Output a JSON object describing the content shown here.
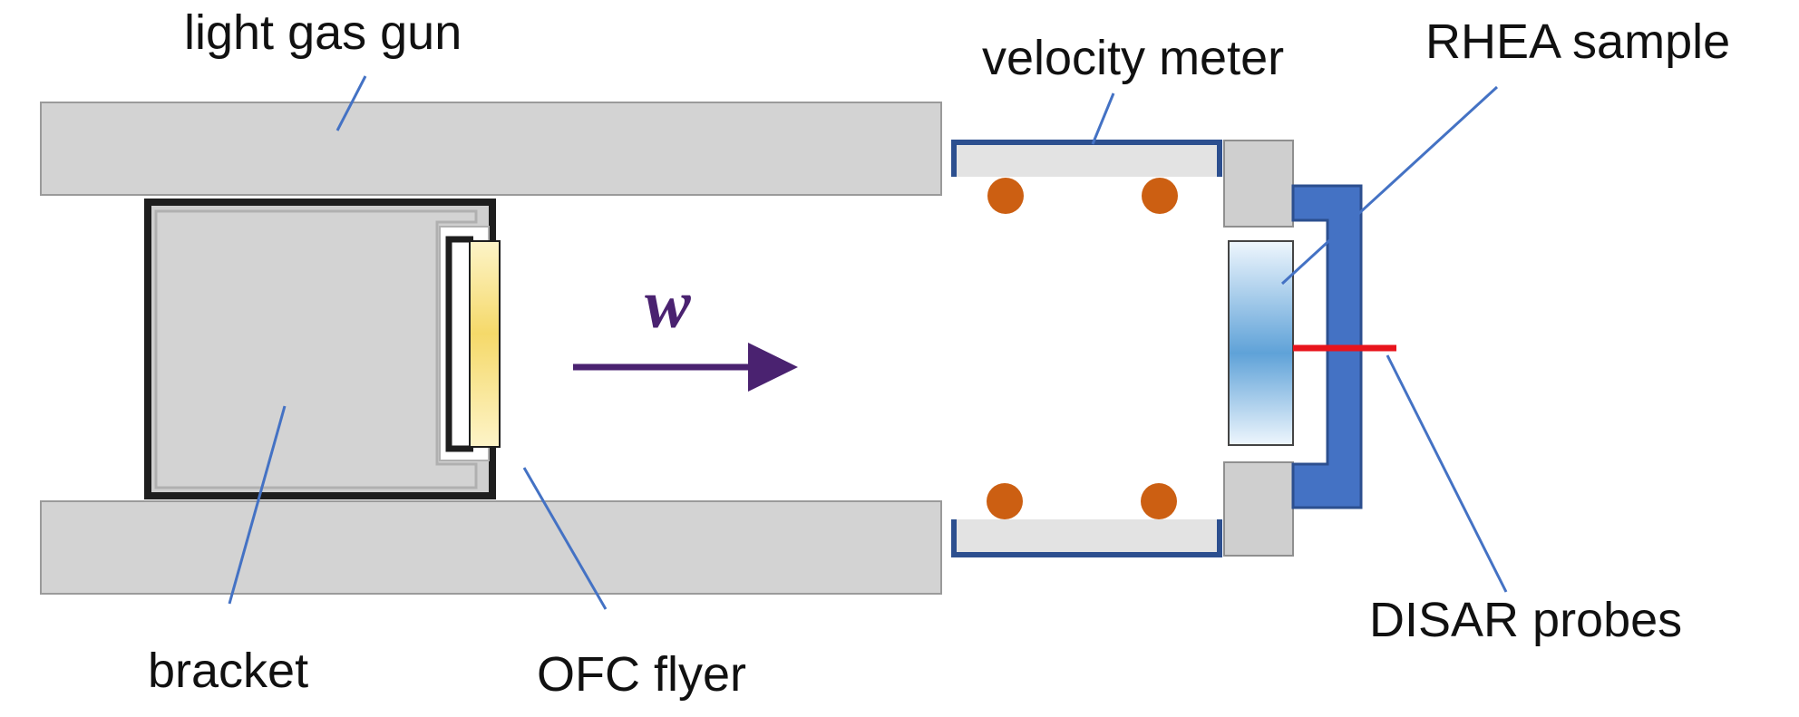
{
  "labels": {
    "light_gas_gun": "light gas gun",
    "velocity_meter": "velocity meter",
    "rhea_sample": "RHEA sample",
    "bracket": "bracket",
    "ofc_flyer": "OFC flyer",
    "disar_probes": "DISAR probes",
    "velocity_symbol": "w"
  },
  "colors": {
    "barrel_fill": "#d3d3d3",
    "barrel_stroke": "#9a9a9a",
    "bracket_stroke": "#1e1e1e",
    "velocity_meter_frame": "#2c4f8f",
    "meter_coil": "#cc5f12",
    "probe_holder": "#4472c4",
    "probe_line": "#e8141c",
    "arrow": "#4a2270",
    "leader_line": "#4472c4",
    "sample_gradient": [
      "#eef6fd",
      "#5fa2d8"
    ],
    "flyer_gradient": [
      "#fdf4c8",
      "#f5d96a"
    ]
  }
}
